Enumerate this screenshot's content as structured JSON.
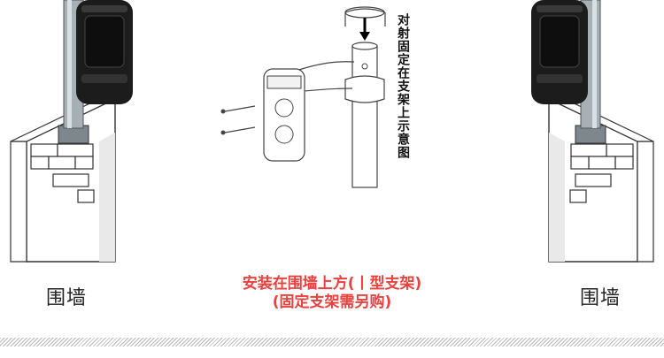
{
  "left_figure": {
    "caption": "围墙"
  },
  "right_figure": {
    "caption": "围墙"
  },
  "center_diagram": {
    "vertical_label": "对射固定在支架上示意图"
  },
  "install_note": {
    "line1": "安装在围墙上方(丨型支架)",
    "line2": "(固定支架需另购)"
  },
  "colors": {
    "note": "#e8413e",
    "caption": "#222222",
    "detector": "#1c1c1c",
    "pole": "#9aa3a8"
  },
  "icons": [
    "detector-head",
    "support-pole",
    "brick-wall",
    "down-arrow-icon",
    "pipe-clamp",
    "screw"
  ]
}
